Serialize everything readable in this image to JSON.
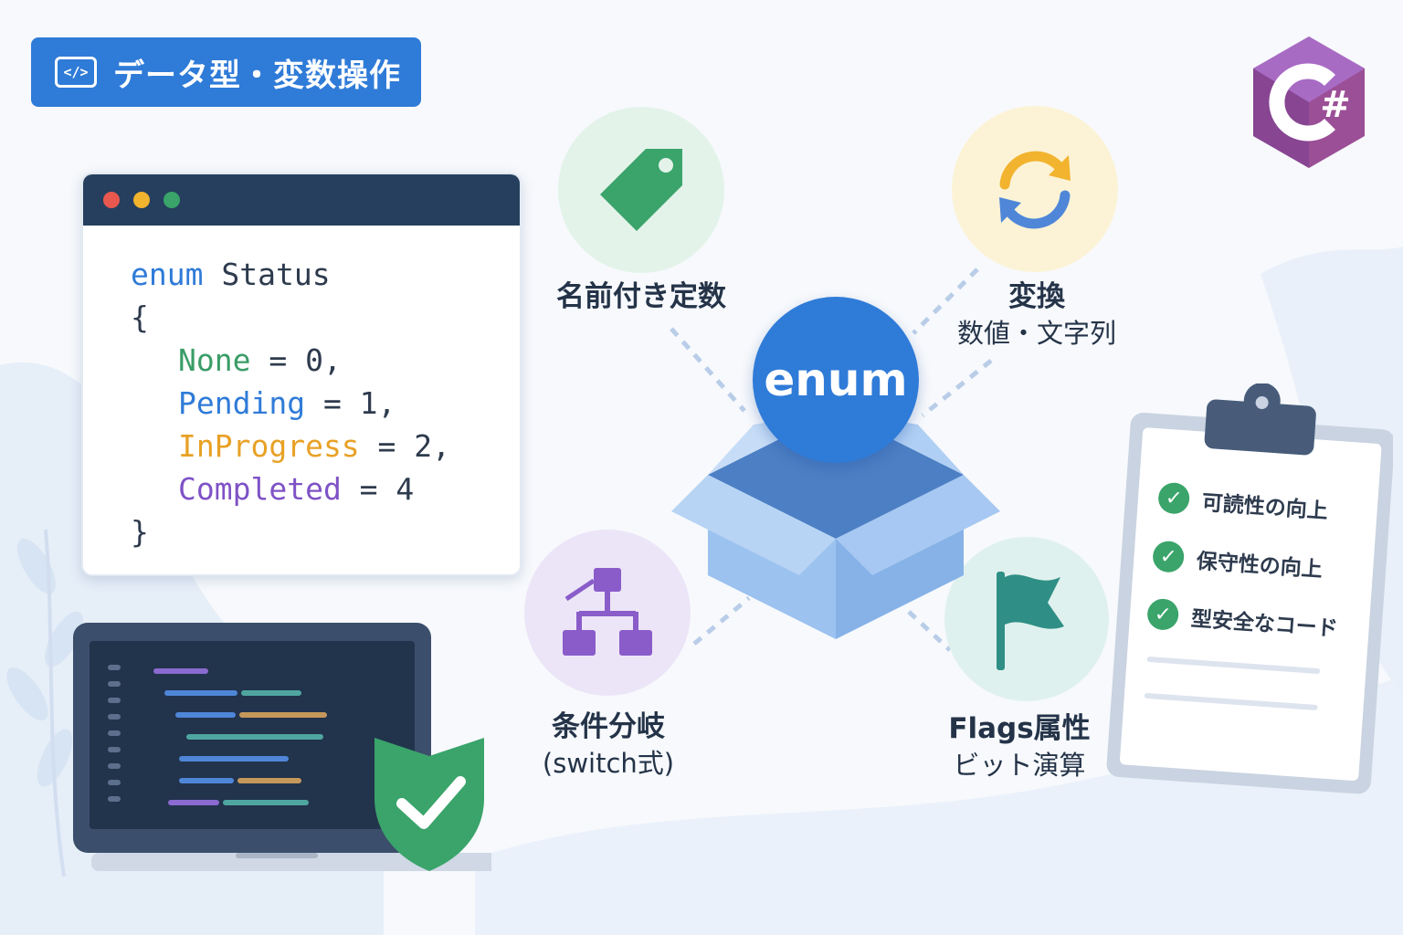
{
  "badge": {
    "icon": "code-icon",
    "icon_glyph": "</>",
    "label": "データ型・変数操作"
  },
  "logo": {
    "name": "csharp-logo",
    "text": "C#"
  },
  "code": {
    "line1_keyword": "enum",
    "line1_name": "Status",
    "open_brace": "{",
    "members": [
      {
        "name": "None",
        "assign": " = 0,",
        "color": "#3a9d67"
      },
      {
        "name": "Pending",
        "assign": " = 1,",
        "color": "#2f7bd8"
      },
      {
        "name": "InProgress",
        "assign": " = 2,",
        "color": "#e8a126"
      },
      {
        "name": "Completed",
        "assign": " = 4",
        "color": "#7f52c6"
      }
    ],
    "close_brace": "}"
  },
  "center": {
    "label": "enum"
  },
  "features": {
    "named": {
      "icon": "tag-icon",
      "title": "名前付き定数"
    },
    "convert": {
      "icon": "sync-icon",
      "title": "変換",
      "sub": "数値・文字列"
    },
    "branch": {
      "icon": "flowchart-icon",
      "title": "条件分岐",
      "sub": "(switch式)"
    },
    "flags": {
      "icon": "flag-icon",
      "title": "Flags属性",
      "sub": "ビット演算"
    }
  },
  "checklist": {
    "items": [
      "可読性の向上",
      "保守性の向上",
      "型安全なコード"
    ]
  },
  "colors": {
    "accent": "#2f7bd8",
    "green": "#3a9d67",
    "orange": "#e8a126",
    "purple": "#7f52c6",
    "dark": "#263f5e"
  }
}
